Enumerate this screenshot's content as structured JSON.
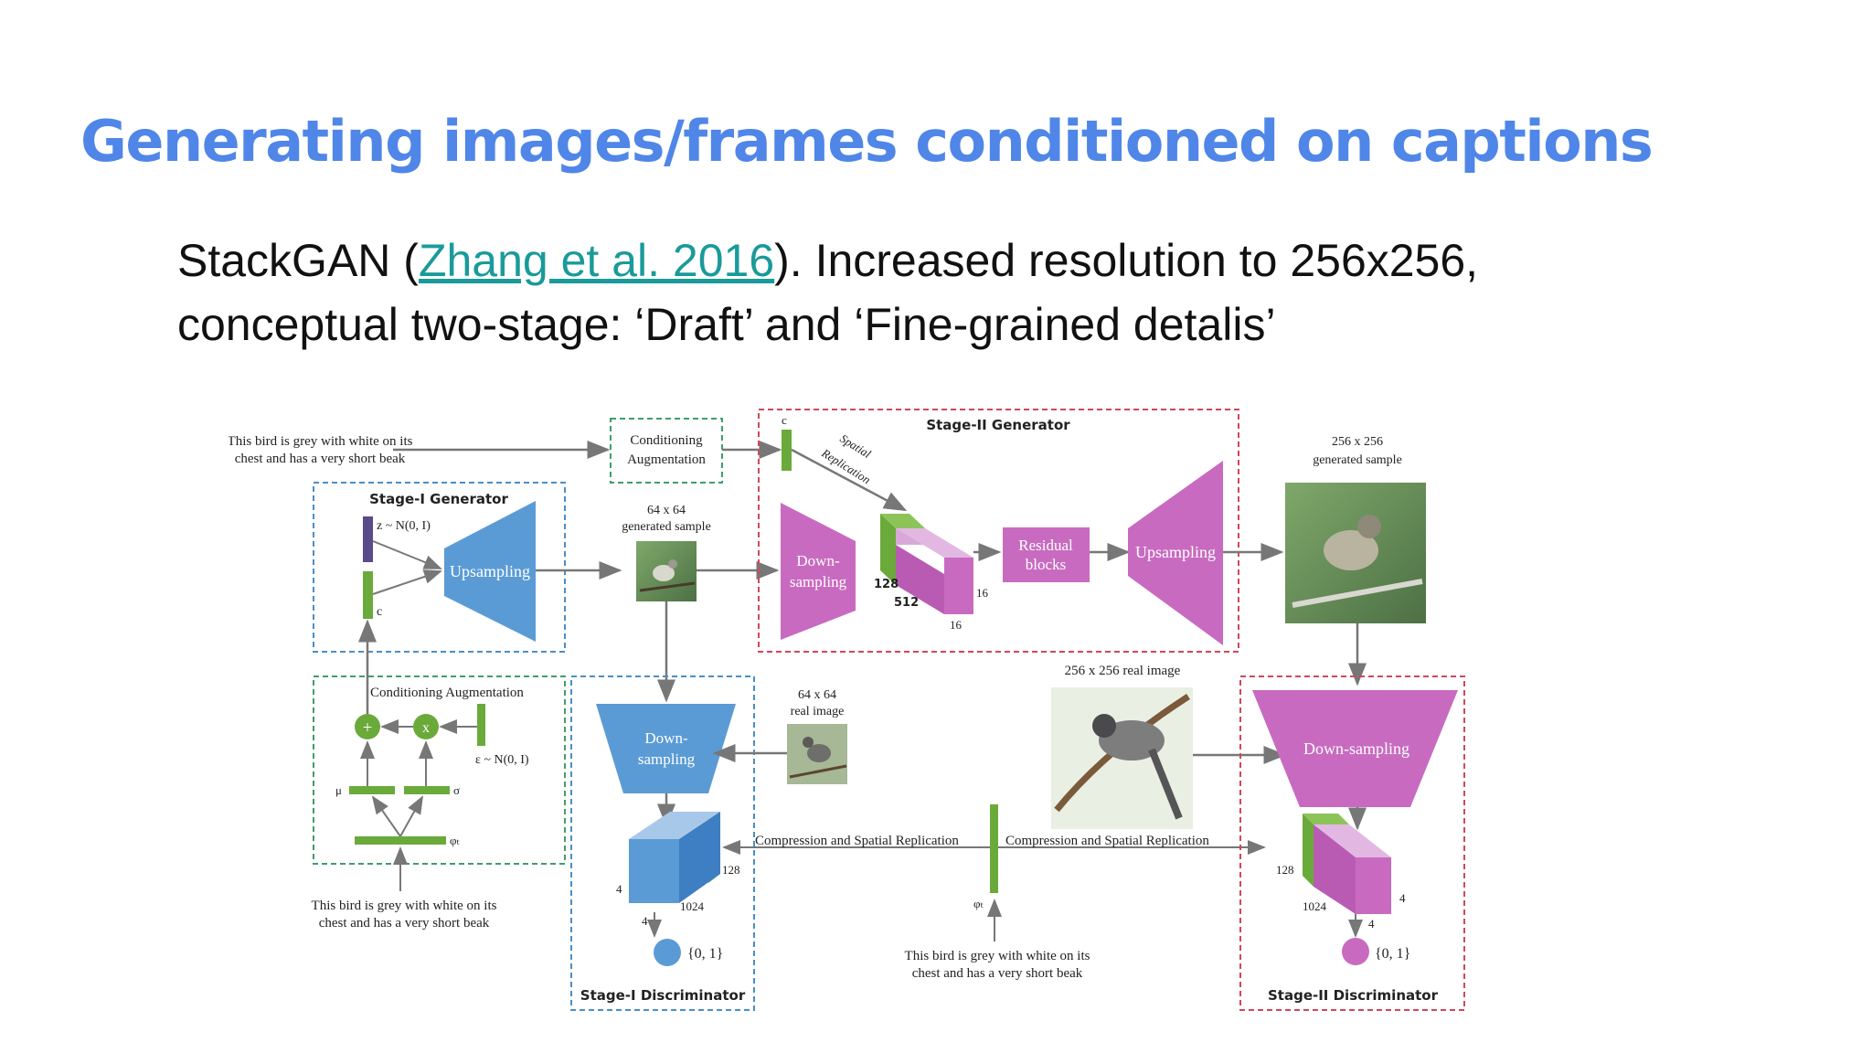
{
  "slide": {
    "title": "Generating images/frames conditioned on captions",
    "body": {
      "prefix": "StackGAN (",
      "link_text": "Zhang et al. 2016",
      "suffix_line1": "). Increased resolution to 256x256,",
      "line2": "conceptual two-stage: ‘Draft’ and ‘Fine-grained detalis’"
    }
  },
  "figure": {
    "caption_top_l1": "This bird is grey with white on its",
    "caption_top_l2": "chest and has a very short beak",
    "caption_bottom_l1": "This bird is grey with white on its",
    "caption_bottom_l2": "chest and has a very short beak",
    "caption_mid_l1": "This bird is grey with white on its",
    "caption_mid_l2": "chest and has a very short beak",
    "cond_aug_top_l1": "Conditioning",
    "cond_aug_top_l2": "Augmentation",
    "cond_aug_box_label": "Conditioning Augmentation",
    "stage1_generator": "Stage-I Generator",
    "stage2_generator": "Stage-II Generator",
    "stage1_discriminator": "Stage-I Discriminator",
    "stage2_discriminator": "Stage-II Discriminator",
    "z_label": "z ~ N(0, I)",
    "c_label": "c",
    "c_label2": "c",
    "eps_label": "ε ~ N(0, I)",
    "mu_label": "μ",
    "sigma_label": "σ",
    "phi_label": "φₜ",
    "phi_label2": "φₜ",
    "plus_sym": "+",
    "times_sym": "x",
    "upsampling": "Upsampling",
    "upsampling2": "Upsampling",
    "gen64_l1": "64 x 64",
    "gen64_l2": "generated sample",
    "real64_l1": "64 x 64",
    "real64_l2": "real image",
    "gen256_l1": "256 x 256",
    "gen256_l2": "generated sample",
    "real256": "256 x 256 real image",
    "down_l1": "Down-",
    "down_l2": "sampling",
    "down1_l1": "Down-",
    "down1_l2": "sampling",
    "down_sampling2": "Down-sampling",
    "spatial_l1": "Spatial",
    "spatial_l2": "Replication",
    "residual_l1": "Residual",
    "residual_l2": "blocks",
    "comp_left": "Compression and Spatial Replication",
    "comp_right": "Compression and Spatial Replication",
    "dim_128a": "128",
    "dim_512": "512",
    "dim_16a": "16",
    "dim_16b": "16",
    "dim_128b": "128",
    "dim_1024a": "1024",
    "dim_4a": "4",
    "dim_4b": "4",
    "dim_128c": "128",
    "dim_1024b": "1024",
    "dim_4c": "4",
    "dim_4d": "4",
    "out1": "{0, 1}",
    "out2": "{0, 1}",
    "colors": {
      "title": "#4f86e8",
      "link": "#1a9a9a",
      "blue": "#5b9bd5",
      "pink": "#c86bc0",
      "green": "#6aaa3a",
      "red_dash": "#d0475a",
      "blue_dash": "#4a8ec8",
      "green_dash": "#3e9e6c"
    }
  }
}
